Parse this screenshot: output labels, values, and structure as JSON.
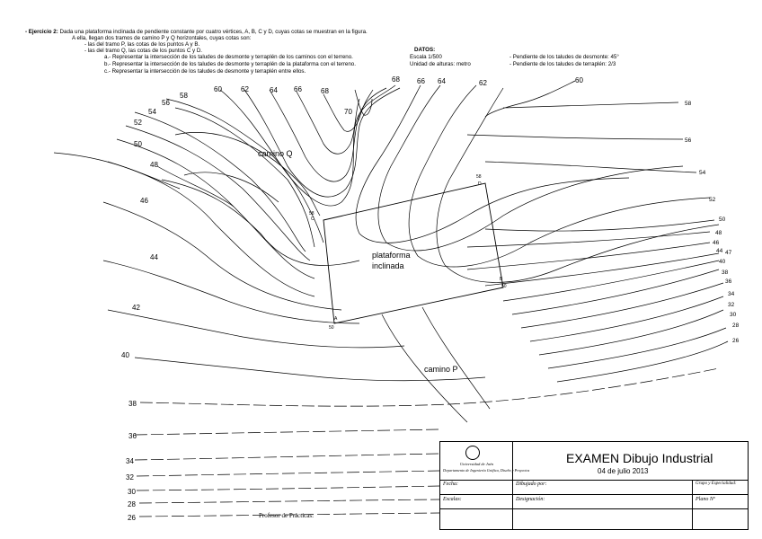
{
  "header": {
    "line1_bold": "- Ejercicio 2:",
    "line1": "Dada una plataforma inclinada de pendiente constante por cuatro vértices, A, B, C y D, cuyas cotas se muestran en la figura.",
    "line2": "A ella, llegan dos tramos de camino P y Q horizontales, cuyas cotas son:",
    "line3": "- las del tramo P, las cotas de los puntos A y B.",
    "line4": "- las del tramo Q, las cotas de los puntos C y D.",
    "task_a": "a.- Representar la intersección de los taludes de desmonte y terraplén de los caminos con el terreno.",
    "task_b": "b.- Representar la intersección de los taludes de desmonte y terraplén de la plataforma con el terreno.",
    "task_c": "c.- Representar la intersección de los taludes de desmonte y terraplén entre ellos."
  },
  "datos": {
    "title": "DATOS:",
    "escala": "Escala 1/500",
    "unidad": "Unidad de alturas: metro",
    "pend_desmonte": "- Pendiente de los taludes de desmonte: 45°",
    "pend_terraplen": "- Pendiente de los taludes de terraplén: 2/3"
  },
  "map": {
    "label_camino_q": "camino Q",
    "label_camino_p": "camino P",
    "label_plataforma_1": "plataforma",
    "label_plataforma_2": "inclinada",
    "vertex_labels": {
      "A": "A",
      "B": "B",
      "C": "C",
      "D": "D"
    },
    "vertex_cotas": {
      "A": "50",
      "B": "50",
      "C": "58",
      "D": "58"
    },
    "contour_labels_top": [
      "56",
      "58",
      "60",
      "62",
      "64",
      "66",
      "68",
      "70",
      "68",
      "66",
      "64",
      "62",
      "60"
    ],
    "contour_labels_left": [
      "54",
      "52",
      "50",
      "48",
      "46",
      "44",
      "42",
      "40",
      "38",
      "36",
      "34",
      "32",
      "30",
      "28",
      "26"
    ],
    "contour_labels_right": [
      "58",
      "56",
      "54",
      "52",
      "50",
      "48",
      "46",
      "47",
      "44",
      "40",
      "38",
      "36",
      "34",
      "32",
      "30",
      "28",
      "26"
    ]
  },
  "title_block": {
    "university": "Universidad de Jaén",
    "department": "Departamento de Ingeniería Gráfica, Diseño y Proyectos",
    "exam_title": "EXAMEN Dibujo Industrial",
    "exam_date": "04 de julio 2013",
    "fecha": "Fecha:",
    "dibujado": "Dibujado por:",
    "grupo": "Grupo y Especialidad:",
    "escalas": "Escalas:",
    "designacion": "Designación:",
    "plano": "Plano Nº"
  },
  "footer": {
    "profesor": "Profesor de Prácticas:"
  }
}
